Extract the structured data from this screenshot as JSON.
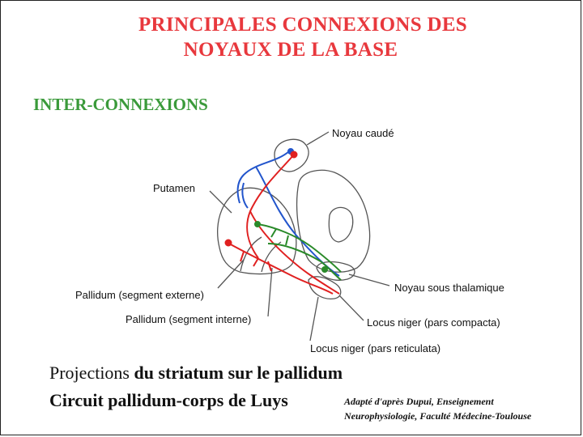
{
  "title": {
    "line1": "PRINCIPALES CONNEXIONS DES",
    "line2": "NOYAUX DE LA BASE"
  },
  "subtitle": "INTER-CONNEXIONS",
  "labels": {
    "noyau_caude": "Noyau caudé",
    "putamen": "Putamen",
    "pallidum_externe": "Pallidum (segment externe)",
    "pallidum_interne": "Pallidum (segment interne)",
    "noyau_sous_thalamique": "Noyau sous thalamique",
    "locus_niger_compacta": "Locus niger (pars compacta)",
    "locus_niger_reticulata": "Locus niger (pars reticulata)"
  },
  "captions": {
    "line1_plain": "Projections ",
    "line1_bold": "du striatum sur le pallidum",
    "line2": "Circuit pallidum-corps de Luys"
  },
  "credit": {
    "line1": "Adapté d'après Dupui, Enseignement",
    "line2": "Neurophysiologie, Faculté Médecine-Toulouse"
  },
  "colors": {
    "title": "#e8383d",
    "subtitle": "#3a9a3a",
    "red_pathway": "#e02020",
    "blue_pathway": "#2255cc",
    "green_pathway": "#2a8a2a",
    "outline": "#555555"
  }
}
